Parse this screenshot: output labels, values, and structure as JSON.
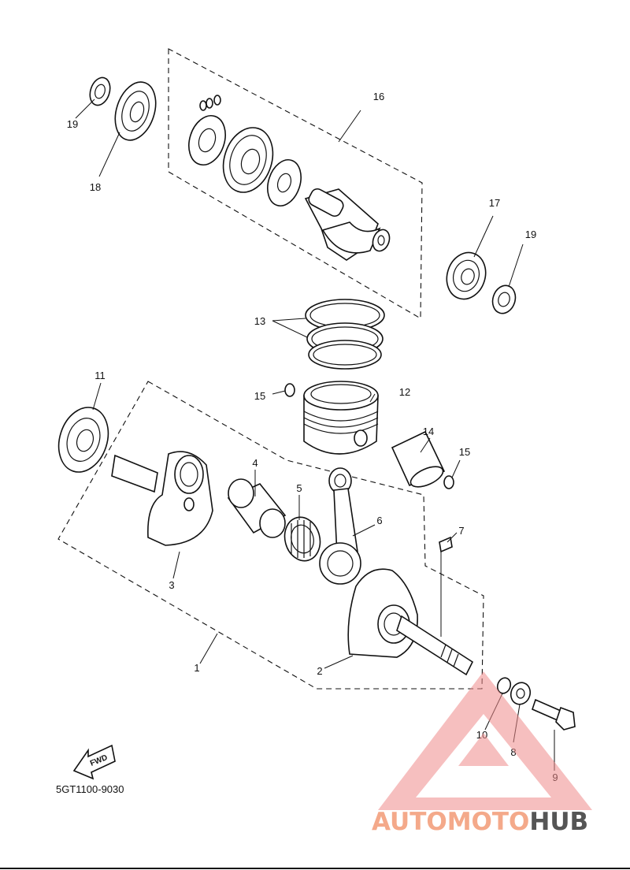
{
  "diagram": {
    "callouts": {
      "c1": "1",
      "c2": "2",
      "c3": "3",
      "c4": "4",
      "c5": "5",
      "c6": "6",
      "c7": "7",
      "c8": "8",
      "c9": "9",
      "c10": "10",
      "c11": "11",
      "c12": "12",
      "c13": "13",
      "c14": "14",
      "c15a": "15",
      "c15b": "15",
      "c16": "16",
      "c17": "17",
      "c18": "18",
      "c19a": "19",
      "c19b": "19"
    },
    "fwd_label": "FWD",
    "drawing_code": "5GT1100-9030"
  },
  "watermark": {
    "part1": "AUTOMOTO",
    "part2": "HUB",
    "color_primary": "#f4a98a",
    "color_secondary": "#555555",
    "triangle_color": "#ef8a8a"
  },
  "colors": {
    "line": "#111111",
    "background": "#ffffff"
  }
}
